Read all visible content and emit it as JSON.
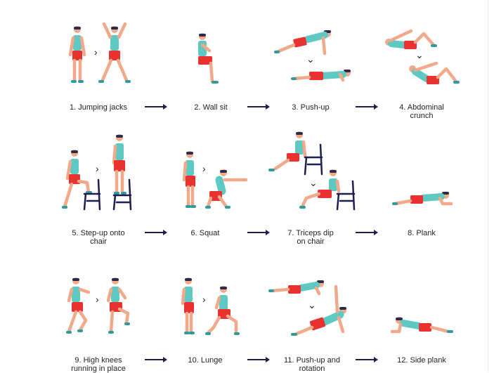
{
  "colors": {
    "skin": "#f2a98a",
    "shirt": "#5ec9c3",
    "shorts": "#e8322f",
    "hair": "#2d2a4a",
    "shoe": "#2f9aa0",
    "chair": "#1d1f4f",
    "arrow": "#1d1f4f"
  },
  "exercises": [
    {
      "label": "1. Jumping jacks"
    },
    {
      "label": "2. Wall sit"
    },
    {
      "label": "3. Push-up"
    },
    {
      "label": "4. Abdominal\ncrunch"
    },
    {
      "label": "5. Step-up onto\nchair"
    },
    {
      "label": "6. Squat"
    },
    {
      "label": "7. Triceps dip\non chair"
    },
    {
      "label": "8. Plank"
    },
    {
      "label": "9. High knees\nrunning in place"
    },
    {
      "label": "10. Lunge"
    },
    {
      "label": "11. Push-up and\nrotation"
    },
    {
      "label": "12. Side plank"
    }
  ],
  "transition_glyphs": {
    "right": "›",
    "down": "⌄"
  }
}
